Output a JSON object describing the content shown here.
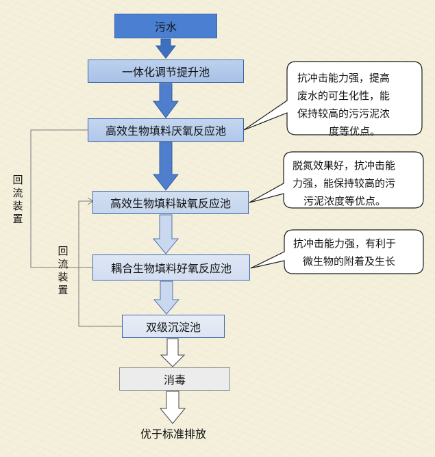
{
  "nodes": {
    "sewage": "污水",
    "regulation_tank": "一体化调节提升池",
    "anaerobic_tank": "高效生物填料厌氧反应池",
    "anoxic_tank": "高效生物填料缺氧反应池",
    "aerobic_tank": "耦合生物填料好氧反应池",
    "sedimentation": "双级沉淀池",
    "disinfection": "消毒",
    "discharge": "优于标准排放"
  },
  "callouts": {
    "anaerobic": [
      "抗冲击能力强，提高",
      "废水的可生化性，能",
      "保持较高的污污泥浓",
      "度等优点。"
    ],
    "anoxic": [
      "脱氮效果好，抗冲击能",
      "力强，能保持较高的污",
      "污泥浓度等优点。"
    ],
    "aerobic": [
      "抗冲击能力强，有利于",
      "微生物的附着及生长"
    ]
  },
  "reflux_labels": {
    "outer": [
      "回",
      "流",
      "装",
      "置"
    ],
    "inner": [
      "回",
      "流",
      "装",
      "置"
    ]
  },
  "colors": {
    "sewage_fill": "#4a7fd2",
    "box_border_blue": "#3a64a8",
    "arrow_dark": "#3f6fbf",
    "arrow_light": "#c9d8ef",
    "line_gray": "#8c8c8c"
  }
}
